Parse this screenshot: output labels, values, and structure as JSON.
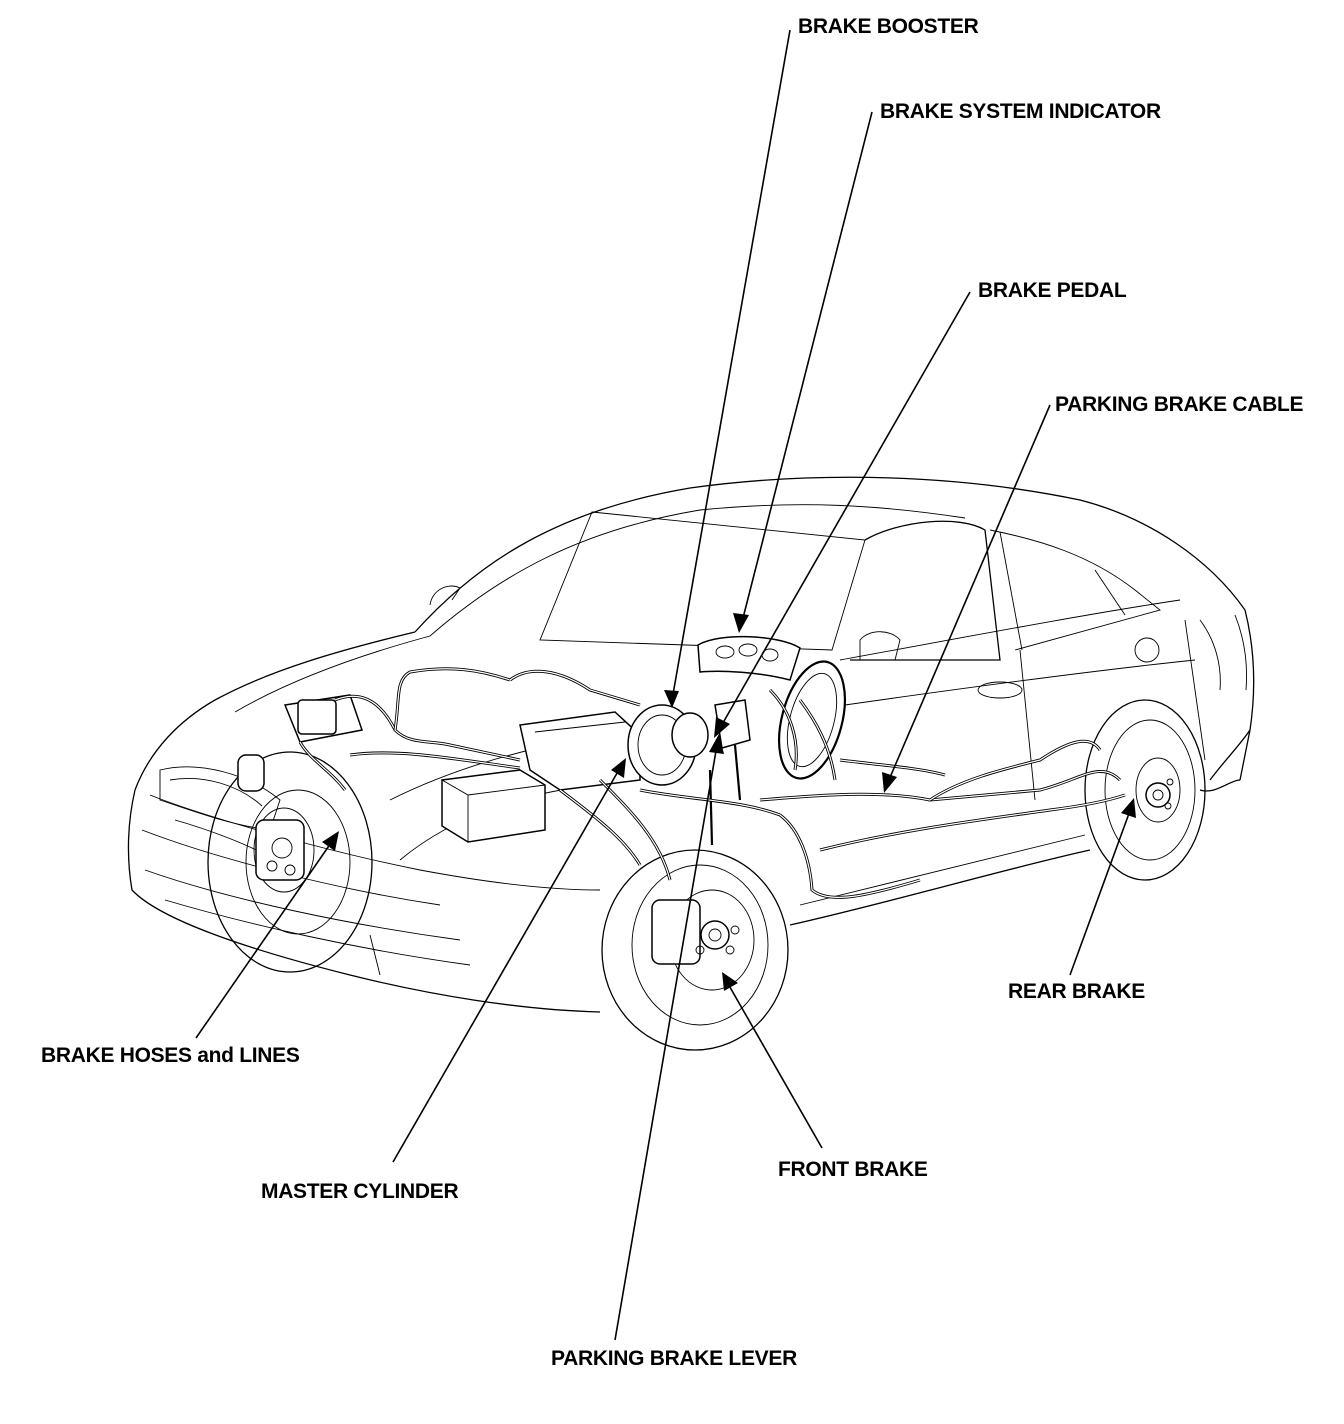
{
  "labels": {
    "brake_booster": "BRAKE BOOSTER",
    "brake_system_indicator": "BRAKE SYSTEM INDICATOR",
    "brake_pedal": "BRAKE PEDAL",
    "parking_brake_cable": "PARKING BRAKE CABLE",
    "rear_brake": "REAR BRAKE",
    "brake_hoses_and_lines": "BRAKE HOSES and LINES",
    "master_cylinder": "MASTER CYLINDER",
    "front_brake": "FRONT BRAKE",
    "parking_brake_lever": "PARKING BRAKE LEVER"
  }
}
